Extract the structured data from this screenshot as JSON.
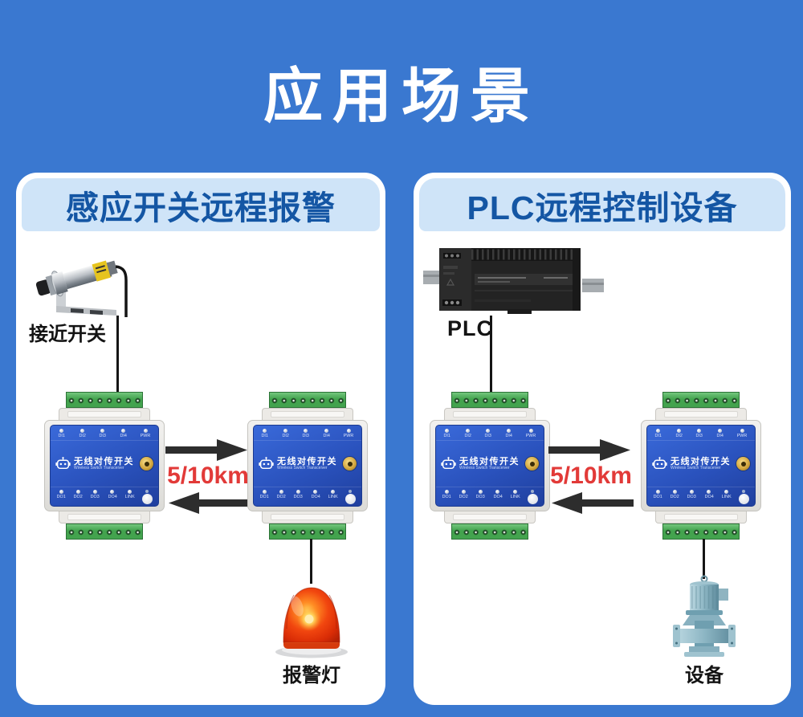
{
  "page": {
    "title": "应用场景"
  },
  "colors": {
    "background": "#3a78d0",
    "panel_bg": "#ffffff",
    "header_bg": "#cfe4f8",
    "header_text": "#1456a4",
    "distance_text": "#e23a38",
    "arrow": "#2d2d2d",
    "device_panel_blue": "#2a52bd",
    "terminal_green": "#43a34e"
  },
  "transceiver": {
    "name": "无线对传开关",
    "subtitle": "Wireless Switch Transceiver",
    "top_leds": [
      "DI1",
      "DI2",
      "DI3",
      "DI4",
      "PWR"
    ],
    "bottom_leds": [
      "DO1",
      "DO2",
      "DO3",
      "DO4",
      "LINK"
    ]
  },
  "scenarios": [
    {
      "title": "感应开关远程报警",
      "source_label": "接近开关",
      "distance": "5/10km",
      "target_label": "报警灯"
    },
    {
      "title": "PLC远程控制设备",
      "source_label": "PLC",
      "distance": "5/10km",
      "target_label": "设备"
    }
  ]
}
